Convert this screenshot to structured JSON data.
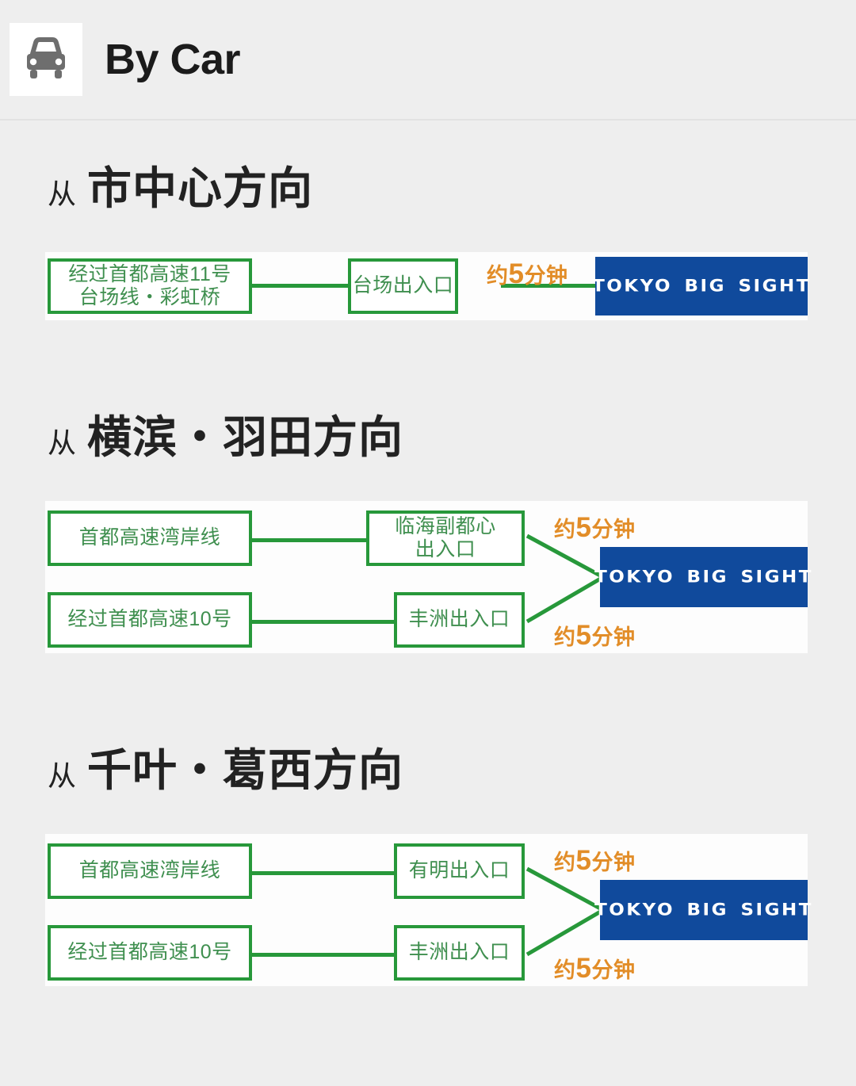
{
  "header": {
    "icon": "car-front-icon",
    "title": "By Car"
  },
  "colors": {
    "page_background": "#eeeeee",
    "diagram_background": "#fdfdfd",
    "route_green": "#27983a",
    "node_text_green": "#3f8f4f",
    "logo_blue": "#104a9c",
    "time_orange": "#e28d28",
    "heading_text": "#222222"
  },
  "logo_text": "TOKYO BIG SIGHT",
  "time_labels": {
    "prefix": "约",
    "value": "5",
    "suffix": "分钟",
    "full": "约5分钟"
  },
  "sections": [
    {
      "id": "from-city-center",
      "heading_prefix": "从",
      "heading_main": "市中心方向",
      "layout": "single",
      "nodes": {
        "route": "经过首都高速11号\n台场线・彩虹桥",
        "exit": "台场出入口"
      },
      "destination": "TOKYO BIG SIGHT",
      "durations": [
        "约5分钟"
      ]
    },
    {
      "id": "from-yokohama-haneda",
      "heading_prefix": "从",
      "heading_main": "横滨・羽田方向",
      "layout": "merge",
      "nodes": {
        "route_top": "首都高速湾岸线",
        "route_bottom": "经过首都高速10号",
        "exit_top": "临海副都心\n出入口",
        "exit_bottom": "丰洲出入口"
      },
      "destination": "TOKYO BIG SIGHT",
      "durations": [
        "约5分钟",
        "约5分钟"
      ]
    },
    {
      "id": "from-chiba-kasai",
      "heading_prefix": "从",
      "heading_main": "千叶・葛西方向",
      "layout": "merge",
      "nodes": {
        "route_top": "首都高速湾岸线",
        "route_bottom": "经过首都高速10号",
        "exit_top": "有明出入口",
        "exit_bottom": "丰洲出入口"
      },
      "destination": "TOKYO BIG SIGHT",
      "durations": [
        "约5分钟",
        "约5分钟"
      ]
    }
  ]
}
